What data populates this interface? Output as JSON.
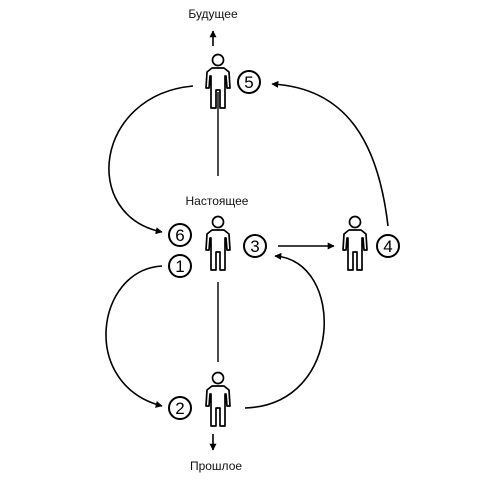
{
  "labels": {
    "future": "Будущее",
    "present": "Настоящее",
    "past": "Прошлое"
  },
  "markers": {
    "m1": "1",
    "m2": "2",
    "m3": "3",
    "m4": "4",
    "m5": "5",
    "m6": "6"
  },
  "colors": {
    "ink": "#000000",
    "background": "#ffffff"
  }
}
